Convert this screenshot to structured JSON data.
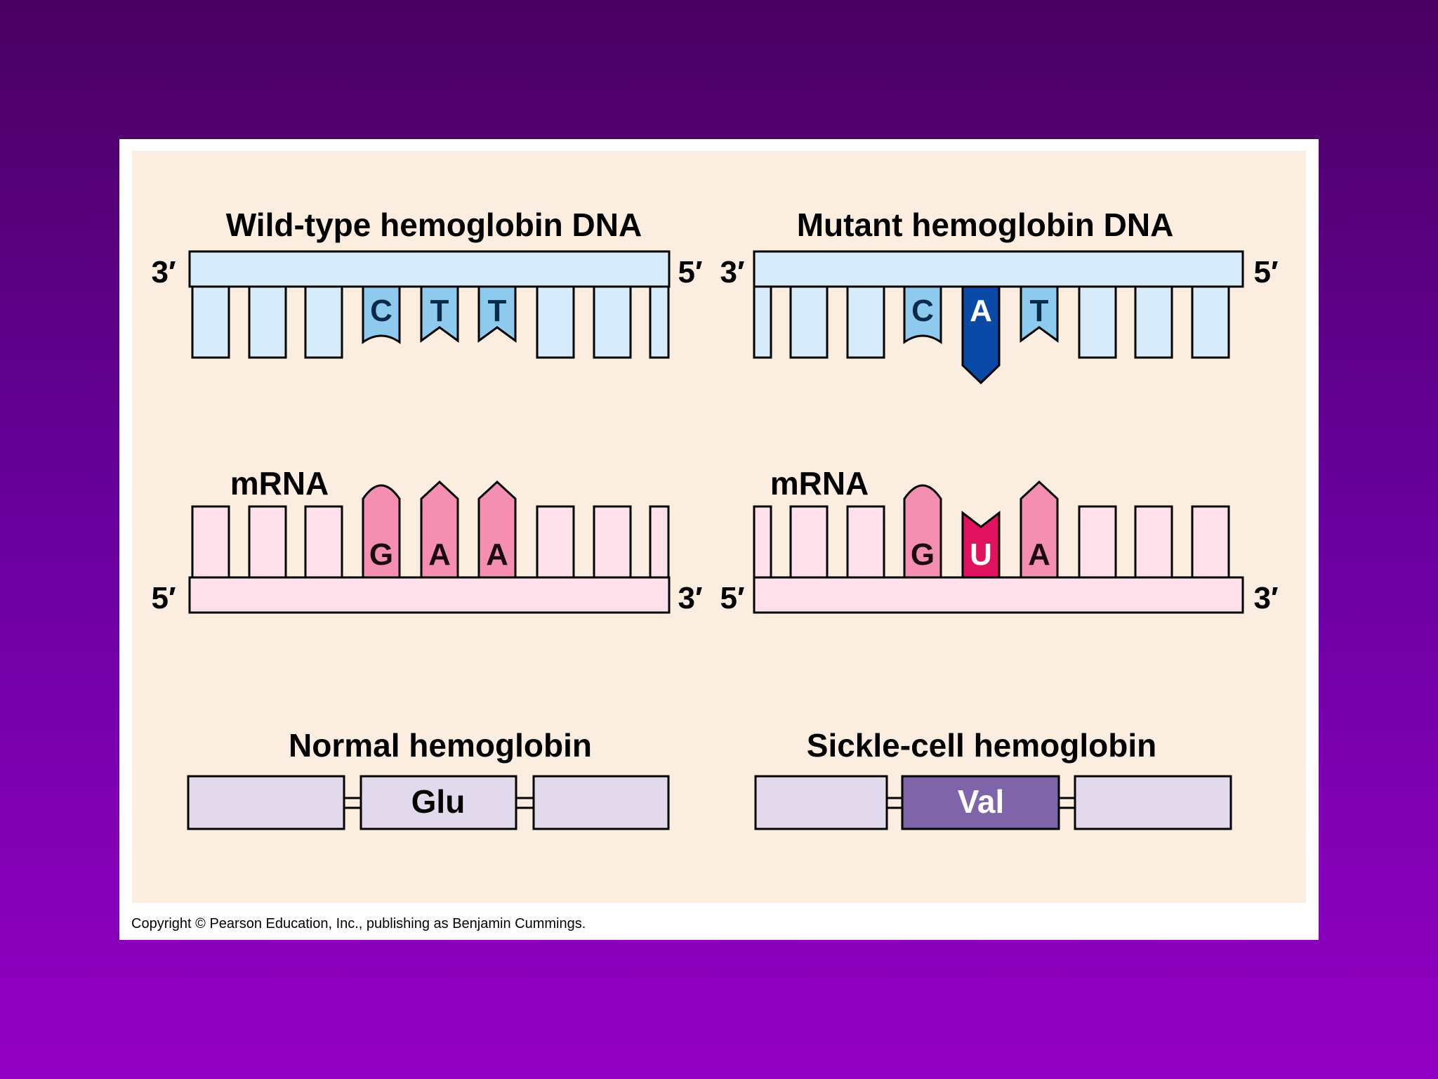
{
  "panels": {
    "wild": {
      "dna_title": "Wild-type hemoglobin DNA",
      "dna_left_end": "3′",
      "dna_right_end": "5′",
      "dna_bases": [
        "C",
        "T",
        "T"
      ],
      "mrna_label": "mRNA",
      "mrna_left_end": "5′",
      "mrna_right_end": "3′",
      "mrna_bases": [
        "G",
        "A",
        "A"
      ],
      "protein_title": "Normal hemoglobin",
      "protein_residue": "Glu"
    },
    "mutant": {
      "dna_title": "Mutant hemoglobin DNA",
      "dna_left_end": "3′",
      "dna_right_end": "5′",
      "dna_bases": [
        "C",
        "A",
        "T"
      ],
      "mrna_label": "mRNA",
      "mrna_left_end": "5′",
      "mrna_right_end": "3′",
      "mrna_bases": [
        "G",
        "U",
        "A"
      ],
      "protein_title": "Sickle-cell hemoglobin",
      "protein_residue": "Val"
    }
  },
  "copyright": "Copyright © Pearson Education, Inc., publishing as Benjamin Cummings.",
  "colors": {
    "panel_bg": "#fbeee1",
    "dna_light": "#d6ecfa",
    "dna_base": "#8dcaee",
    "dna_mutant_base": "#0a4aa6",
    "mrna_light": "#fde0ea",
    "mrna_base": "#f48fb1",
    "mrna_mutant_base": "#e0115f",
    "protein_light": "#e3d9ec",
    "protein_mutant": "#8064aa"
  }
}
